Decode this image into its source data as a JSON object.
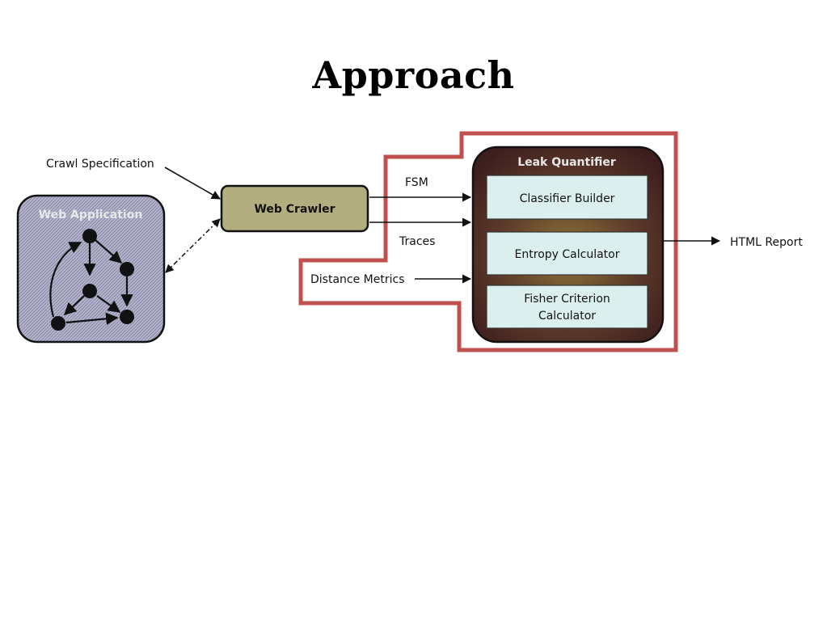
{
  "slide": {
    "title": "Approach"
  },
  "diagram": {
    "inputs": {
      "crawl_specification": "Crawl Specification",
      "distance_metrics": "Distance Metrics"
    },
    "web_application": {
      "label": "Web Application"
    },
    "web_crawler": {
      "label": "Web Crawler"
    },
    "flows": {
      "fsm": "FSM",
      "traces": "Traces"
    },
    "leak_quantifier": {
      "title": "Leak Quantifier",
      "modules": {
        "classifier_builder": "Classifier Builder",
        "entropy_calculator": "Entropy Calculator",
        "fisher_line1": "Fisher Criterion",
        "fisher_line2": "Calculator"
      }
    },
    "output": {
      "html_report": "HTML Report"
    },
    "colors": {
      "highlight_outline": "#c0504d",
      "crawler_fill": "#b3ae80",
      "module_fill": "#dcefef",
      "webapp_fill": "#a9a9c6"
    }
  }
}
